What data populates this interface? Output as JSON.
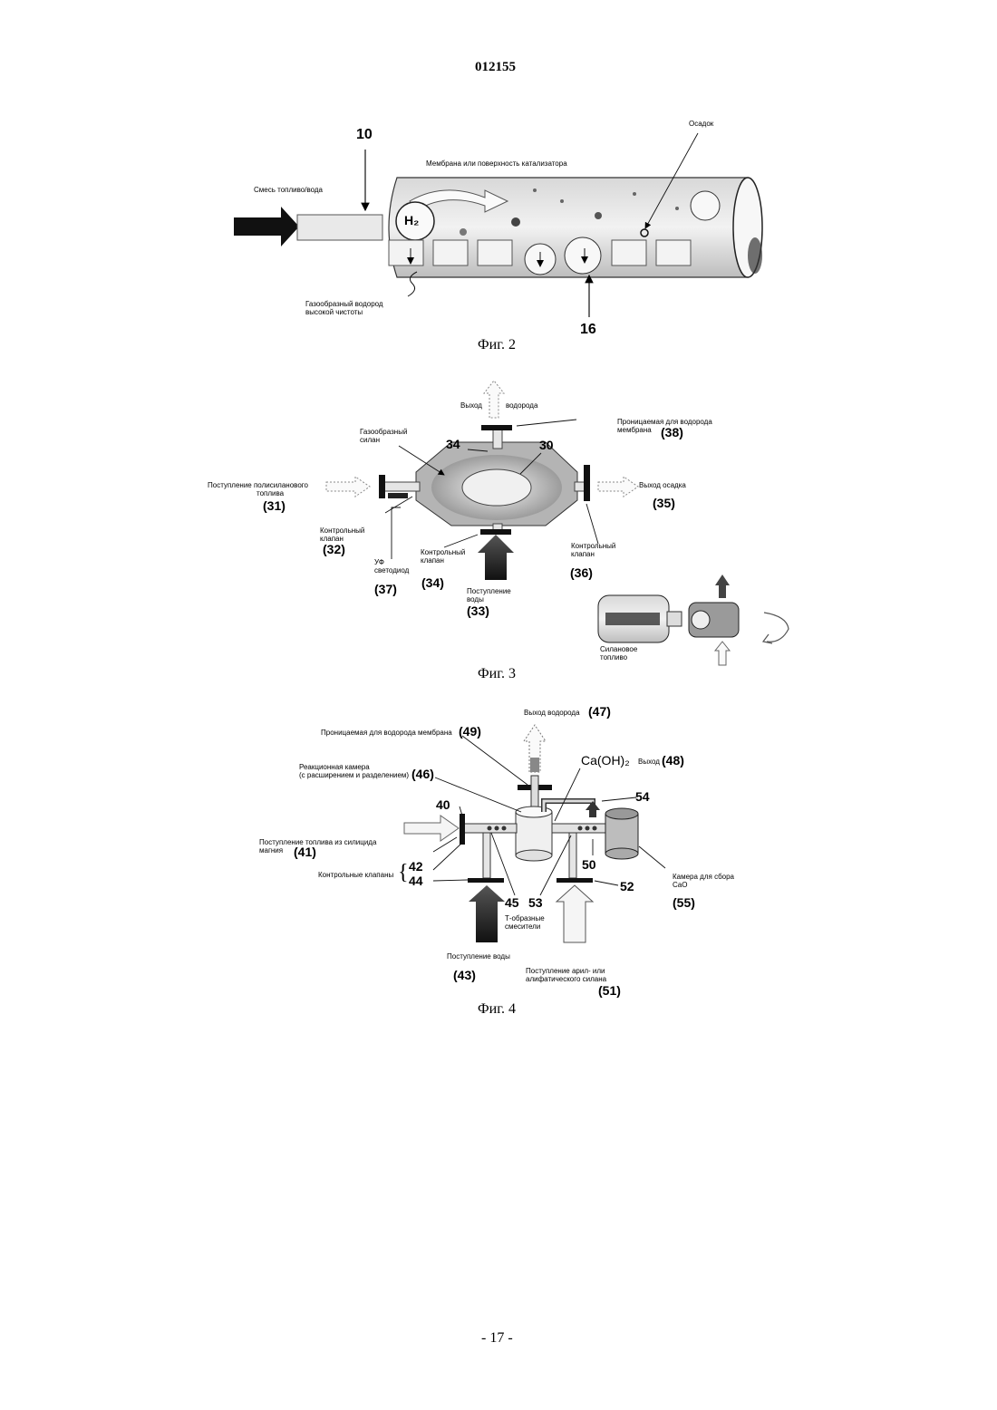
{
  "header": {
    "doc_number": "012155"
  },
  "footer": {
    "page_number": "- 17 -"
  },
  "fig2": {
    "caption": "Фиг. 2",
    "label_10": "10",
    "label_16": "16",
    "fuel_water_mix": "Смесь топливо/вода",
    "membrane_catalyst": "Мембрана или поверхность катализатора",
    "precipitate": "Осадок",
    "hydrogen_gas_line1": "Газообразный водород",
    "hydrogen_gas_line2": "высокой чистоты",
    "h2_mark": "H₂"
  },
  "fig3": {
    "caption": "Фиг. 3",
    "hydrogen_out_a": "Выход",
    "hydrogen_out_b": "водорода",
    "membrane_line1": "Проницаемая для водорода",
    "membrane_line2": "мембрана",
    "n38": "(38)",
    "silane_gas_line1": "Газообразный",
    "silane_gas_line2": "силан",
    "n34_top": "34",
    "n30": "30",
    "polysilane_in_line1": "Поступление полисиланового",
    "polysilane_in_line2": "топлива",
    "n31": "(31)",
    "precipitate_out": "Выход осадка",
    "n35": "(35)",
    "valve_a_line1": "Контрольный",
    "valve_a_line2": "клапан",
    "n32": "(32)",
    "uv_line1": "УФ",
    "uv_line2": "светодиод",
    "n37": "(37)",
    "valve_b_line1": "Контрольный",
    "valve_b_line2": "клапан",
    "n34": "(34)",
    "water_in_line1": "Поступление",
    "water_in_line2": "воды",
    "n33": "(33)",
    "valve_c_line1": "Контрольный",
    "valve_c_line2": "клапан",
    "n36": "(36)",
    "silane_fuel_line1": "Силановое",
    "silane_fuel_line2": "топливо"
  },
  "fig4": {
    "caption": "Фиг. 4",
    "hydrogen_out": "Выход водорода",
    "n47": "(47)",
    "membrane": "Проницаемая для водорода мембрана",
    "n49": "(49)",
    "chamber_line1": "Реакционная камера",
    "chamber_line2": "(с расширением и разделением)",
    "n46": "(46)",
    "caoh2": "Ca(OH)₂",
    "out_word": "Выход",
    "n48": "(48)",
    "n40": "40",
    "n54": "54",
    "fuel_in_line1": "Поступление топлива из силицида",
    "fuel_in_line2": "магния",
    "n41": "(41)",
    "n42": "42",
    "n44": "44",
    "valves": "Контрольные клапаны",
    "brace": "{",
    "n50": "50",
    "n52": "52",
    "cao_line1": "Камера для сбора",
    "cao_line2": "CaO",
    "n55": "(55)",
    "n45": "45",
    "n53": "53",
    "tmix_line1": "Т-образные",
    "tmix_line2": "смесители",
    "water_in": "Поступление воды",
    "n43": "(43)",
    "silane_in_line1": "Поступление арил- или",
    "silane_in_line2": "алифатического силана",
    "n51": "(51)"
  }
}
